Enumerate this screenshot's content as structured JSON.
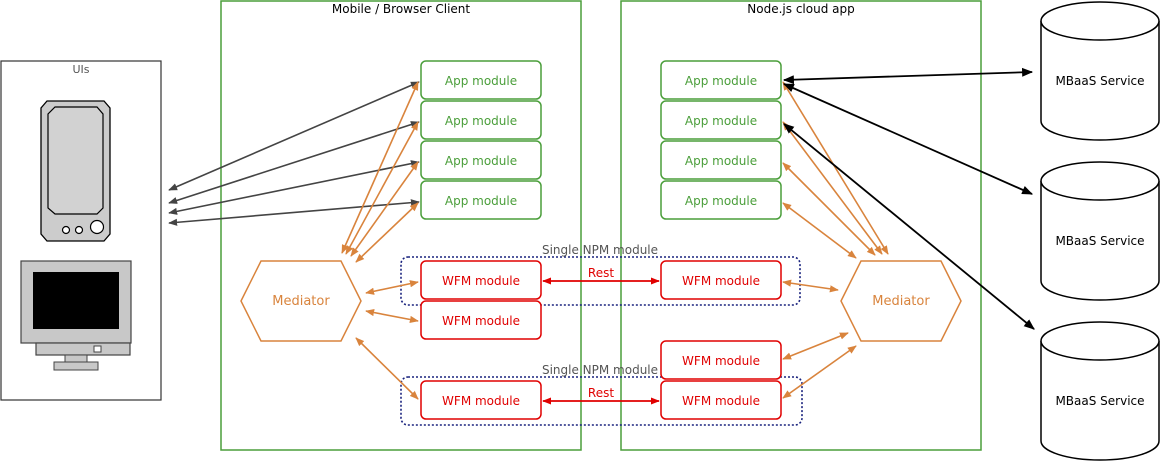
{
  "containers": {
    "uis": "UIs",
    "client": "Mobile / Browser Client",
    "cloud": "Node.js cloud app"
  },
  "client_app_modules": [
    "App module",
    "App module",
    "App module",
    "App module"
  ],
  "cloud_app_modules": [
    "App module",
    "App module",
    "App module",
    "App module"
  ],
  "mediator_client": "Mediator",
  "mediator_cloud": "Mediator",
  "client_wfm_modules": [
    "WFM module",
    "WFM module",
    "WFM module"
  ],
  "cloud_wfm_modules": [
    "WFM module",
    "WFM module",
    "WFM module"
  ],
  "npm_group_top": "Single NPM module",
  "npm_group_bottom": "Single NPM module",
  "rest_top": "Rest",
  "rest_bottom": "Rest",
  "mbaas_services": [
    "MBaaS Service",
    "MBaaS Service",
    "MBaaS Service"
  ],
  "colors": {
    "green": "#4a9e3a",
    "orange": "#d9843d",
    "red": "#e00000",
    "navy": "#1a237e",
    "gray_arrow": "#444444",
    "black": "#000000"
  }
}
